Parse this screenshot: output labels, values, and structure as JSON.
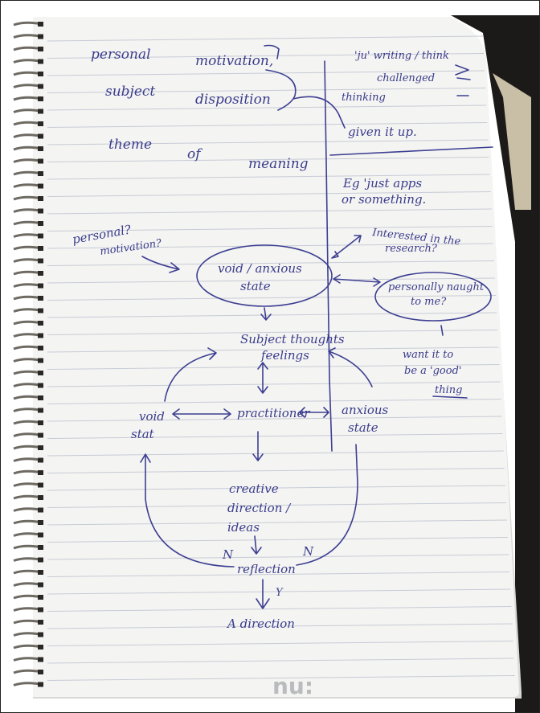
{
  "notes": {
    "top_left": {
      "line1a": "personal",
      "line1b": "motivation,",
      "line2a": "subject",
      "line2b": "disposition",
      "line3a": "theme",
      "line3b": "of",
      "line3c": "meaning"
    },
    "top_right": {
      "line1": "'ju' writing / think",
      "line2": "challenged",
      "line3": "thinking",
      "line4": "given it up.",
      "line5": "Eg 'just apps",
      "line6": "or something."
    },
    "left_margin": {
      "line1": "personal?",
      "line2": "motivation?"
    },
    "right_cluster": {
      "interested_1": "Interested in the",
      "interested_2": "research?",
      "personally_1": "personally naught",
      "personally_2": "to me?",
      "want_1": "want it to",
      "want_2": "be a 'good'",
      "want_3": "thing"
    },
    "diagram": {
      "void_anxious_1": "void / anxious",
      "void_anxious_2": "state",
      "subject_1": "Subject thoughts",
      "subject_2": "feelings",
      "void_state_1": "void",
      "void_state_2": "stat",
      "practitioner": "practitioner",
      "anxious_1": "anxious",
      "anxious_2": "state",
      "creative_1": "creative",
      "creative_2": "direction /",
      "creative_3": "ideas",
      "reflection": "reflection",
      "label_n_left": "N",
      "label_n_right": "N",
      "label_y": "Y",
      "a_direction": "A direction"
    },
    "brand": "nu:"
  },
  "colors": {
    "ink": "#3d3f92",
    "paper": "#f4f4f2",
    "rule": "#c7cbd6",
    "dark_bg": "#1c1a18"
  }
}
